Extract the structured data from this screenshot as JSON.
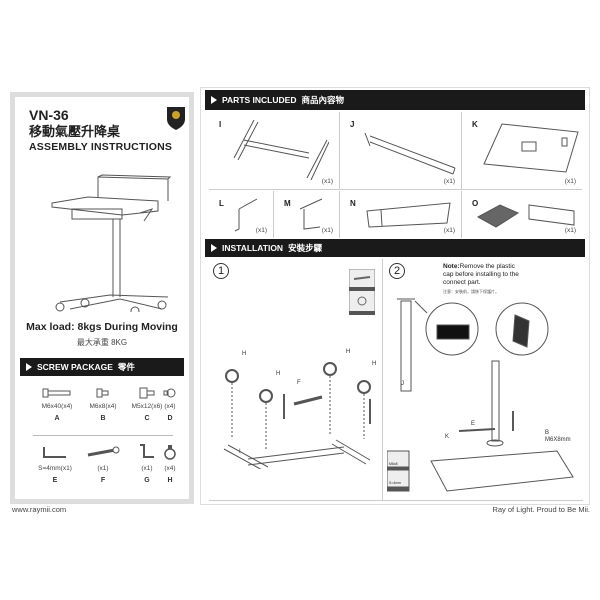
{
  "left": {
    "model": "VN-36",
    "title_cn": "移動氣壓升降桌",
    "title": "ASSEMBLY INSTRUCTIONS",
    "max_load": "Max load: 8kgs During Moving",
    "max_load_cn": "最大承重  8KG",
    "screw_header": "SCREW PACKAGE",
    "screw_header_cn": "零件",
    "screws": [
      {
        "spec": "M6x40(x4)",
        "letter": "A"
      },
      {
        "spec": "M6x8(x4)",
        "letter": "B"
      },
      {
        "spec": "M5x12(x6)",
        "letter": "C"
      },
      {
        "spec": "(x4)",
        "letter": "D"
      },
      {
        "spec": "S=4mm(x1)",
        "letter": "E"
      },
      {
        "spec": "(x1)",
        "letter": "F"
      },
      {
        "spec": "(x1)",
        "letter": "G"
      },
      {
        "spec": "(x4)",
        "letter": "H"
      }
    ]
  },
  "parts": {
    "header": "PARTS INCLUDED",
    "header_cn": "商品內容物",
    "items": [
      {
        "letter": "I",
        "qty": "(x1)"
      },
      {
        "letter": "J",
        "qty": "(x1)"
      },
      {
        "letter": "K",
        "qty": "(x1)"
      },
      {
        "letter": "L",
        "qty": "(x1)"
      },
      {
        "letter": "M",
        "qty": "(x1)"
      },
      {
        "letter": "N",
        "qty": "(x1)"
      },
      {
        "letter": "O",
        "qty": "(x1)"
      }
    ]
  },
  "installation": {
    "header": "INSTALLATION",
    "header_cn": "安裝步驟",
    "step1": {
      "number": "1",
      "labels": {
        "h": "H",
        "f": "F",
        "i": "I"
      }
    },
    "step2": {
      "number": "2",
      "note_bold": "Note:",
      "note": "Remove the plastic cap before installing to the connect part.",
      "note_cn": "注意：安裝前，請移下保護片。",
      "labels": {
        "j": "J",
        "e": "E",
        "k": "K",
        "b": "B",
        "b_spec": "M6X8mm",
        "b_small": "M6x8",
        "e_small": "S=4mm"
      }
    }
  },
  "footer": {
    "website": "www.raymii.com",
    "slogan": "Ray of Light. Proud to Be Mii."
  }
}
